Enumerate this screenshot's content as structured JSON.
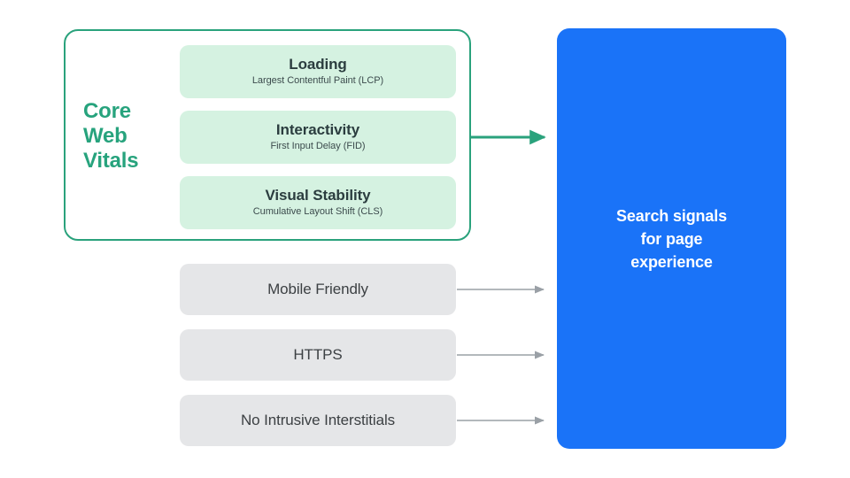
{
  "diagram": {
    "title": "Search signals for page experience",
    "background_color": "#ffffff"
  },
  "colors": {
    "green_accent": "#27a37d",
    "green_border": "#2aa27c",
    "green_card_fill": "#d5f2e1",
    "gray_card_fill": "#e5e6e8",
    "blue_fill": "#1a73f8",
    "text_dark": "#2b3d3f",
    "text_gray": "#3c4043",
    "arrow_gray": "#9aa0a6",
    "white": "#ffffff"
  },
  "core_web_vitals": {
    "group_label": "Core\nWeb\nVitals",
    "group_label_lines": [
      "Core",
      "Web",
      "Vitals"
    ],
    "items": [
      {
        "title": "Loading",
        "subtitle": "Largest Contentful Paint (LCP)",
        "abbr": "LCP"
      },
      {
        "title": "Interactivity",
        "subtitle": "First Input Delay (FID)",
        "abbr": "FID"
      },
      {
        "title": "Visual Stability",
        "subtitle": "Cumulative Layout Shift (CLS)",
        "abbr": "CLS"
      }
    ]
  },
  "other_signals": [
    {
      "label": "Mobile Friendly"
    },
    {
      "label": "HTTPS"
    },
    {
      "label": "No Intrusive Interstitials"
    }
  ],
  "destination": {
    "text": "Search signals\nfor page\nexperience",
    "lines": [
      "Search signals",
      "for page",
      "experience"
    ]
  },
  "arrows": [
    {
      "name": "core-web-vitals-arrow",
      "color": "#2aa27c",
      "from": "core-web-vitals-group",
      "to": "destination-box"
    },
    {
      "name": "mobile-friendly-arrow",
      "color": "#9aa0a6",
      "from": "signal-box-mobile-friendly",
      "to": "destination-box"
    },
    {
      "name": "https-arrow",
      "color": "#9aa0a6",
      "from": "signal-box-https",
      "to": "destination-box"
    },
    {
      "name": "no-intrusive-interstitials-arrow",
      "color": "#9aa0a6",
      "from": "signal-box-no-intrusive-interstitials",
      "to": "destination-box"
    }
  ]
}
